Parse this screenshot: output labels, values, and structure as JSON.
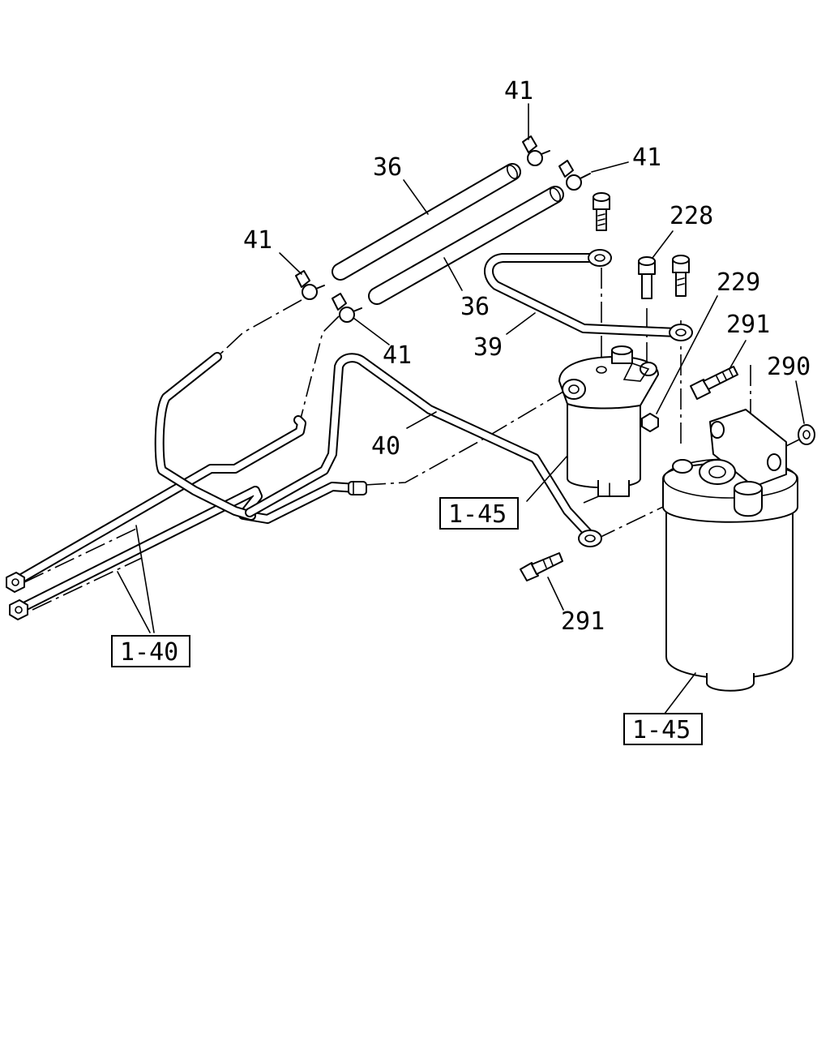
{
  "callouts": {
    "c41_top": "41",
    "c41_right": "41",
    "c41_left": "41",
    "c41_mid": "41",
    "c36_top": "36",
    "c36_bottom": "36",
    "c39": "39",
    "c40": "40",
    "c228": "228",
    "c229": "229",
    "c291_top": "291",
    "c291_bottom": "291",
    "c290": "290"
  },
  "references": {
    "ref_1_45_small": "1-45",
    "ref_1_45_large": "1-45",
    "ref_1_40": "1-40"
  }
}
